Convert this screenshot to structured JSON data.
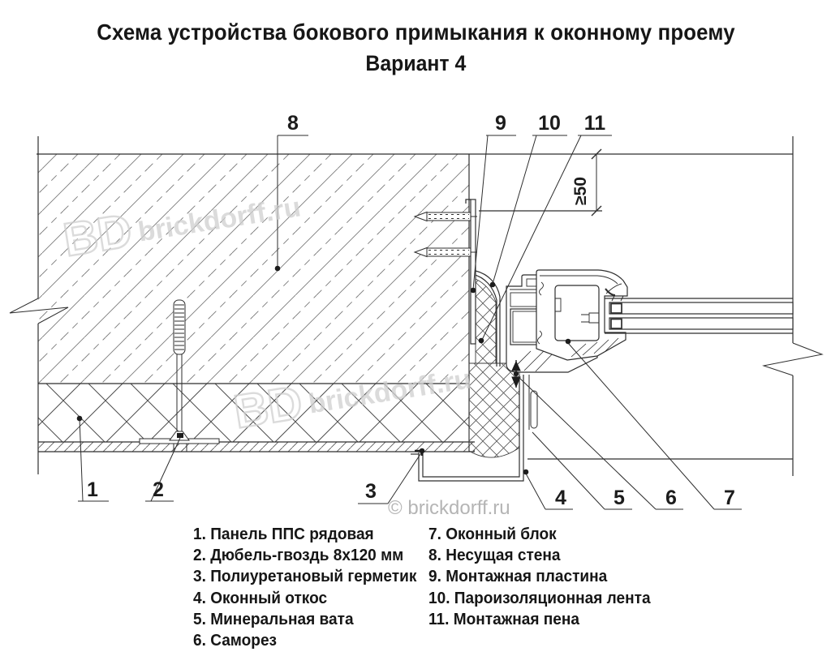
{
  "header": {
    "title": "Схема устройства бокового примыкания к оконному проему",
    "subtitle": "Вариант 4"
  },
  "drawing": {
    "dimension": {
      "label": "≥50"
    },
    "callouts": {
      "c1": "1",
      "c2": "2",
      "c3": "3",
      "c4": "4",
      "c5": "5",
      "c6": "6",
      "c7": "7",
      "c8": "8",
      "c9": "9",
      "c10": "10",
      "c11": "11"
    },
    "parts": {
      "1": "Панель ППС рядовая",
      "2": "Дюбель-гвоздь 8х120 мм",
      "3": "Полиуретановый герметик",
      "4": "Оконный откос",
      "5": "Минеральная вата",
      "6": "Саморез",
      "7": "Оконный блок",
      "8": "Несущая стена",
      "9": "Монтажная пластина",
      "10": "Пароизоляционная лента",
      "11": "Монтажная пена"
    }
  },
  "legend": {
    "col1": [
      "1. Панель ППС рядовая",
      "2. Дюбель-гвоздь 8х120 мм",
      "3. Полиуретановый герметик",
      "4. Оконный откос",
      "5. Минеральная вата",
      "6. Саморез"
    ],
    "col2": [
      "7. Оконный блок",
      "8. Несущая стена",
      "9. Монтажная пластина",
      "10. Пароизоляционная лента",
      "11. Монтажная пена"
    ]
  },
  "watermarks": {
    "bd": "BD",
    "site": "brickdorff.ru",
    "copyright": "© brickdorff.ru"
  },
  "colors": {
    "line": "#2e2e2e",
    "hatch": "#6f6f6f",
    "watermark": "#cfcfcf"
  }
}
